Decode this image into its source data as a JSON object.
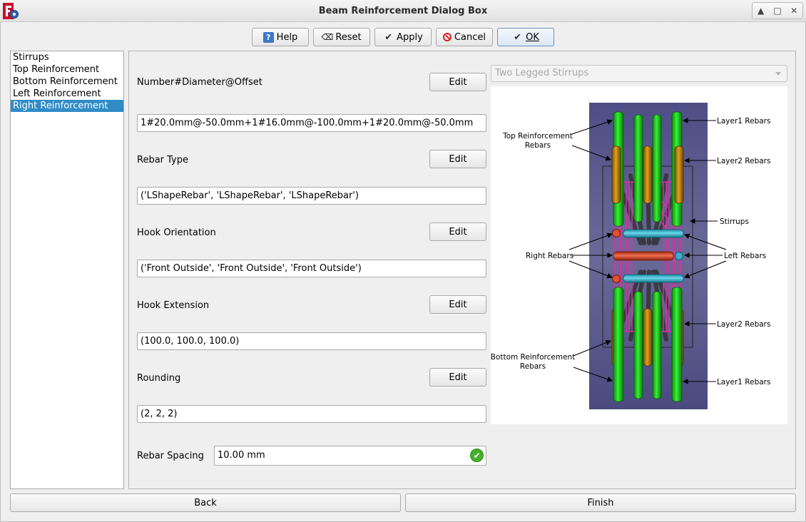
{
  "window": {
    "title": "Beam Reinforcement Dialog Box"
  },
  "toolbar": {
    "help": "Help",
    "reset": "Reset",
    "apply": "Apply",
    "cancel": "Cancel",
    "ok": "OK"
  },
  "sidebar": {
    "items": [
      {
        "label": "Stirrups",
        "selected": false
      },
      {
        "label": "Top Reinforcement",
        "selected": false
      },
      {
        "label": "Bottom Reinforcement",
        "selected": false
      },
      {
        "label": "Left Reinforcement",
        "selected": false
      },
      {
        "label": "Right Reinforcement",
        "selected": true
      }
    ]
  },
  "form": {
    "edit_label": "Edit",
    "number_diameter_offset": {
      "label": "Number#Diameter@Offset",
      "value": "1#20.0mm@-50.0mm+1#16.0mm@-100.0mm+1#20.0mm@-50.0mm"
    },
    "rebar_type": {
      "label": "Rebar Type",
      "value": "('LShapeRebar', 'LShapeRebar', 'LShapeRebar')"
    },
    "hook_orientation": {
      "label": "Hook Orientation",
      "value": "('Front Outside', 'Front Outside', 'Front Outside')"
    },
    "hook_extension": {
      "label": "Hook Extension",
      "value": "(100.0, 100.0, 100.0)"
    },
    "rounding": {
      "label": "Rounding",
      "value": "(2, 2, 2)"
    },
    "rebar_spacing": {
      "label": "Rebar Spacing",
      "value": "10.00 mm"
    }
  },
  "stirrup_type": {
    "selected": "Two Legged Stirrups"
  },
  "figure": {
    "labels": {
      "top_reinforcement_line1": "Top Reinforcement",
      "top_reinforcement_line2": "Rebars",
      "bottom_reinforcement_line1": "Bottom Reinforcement",
      "bottom_reinforcement_line2": "Rebars",
      "layer1_top": "Layer1 Rebars",
      "layer2_top": "Layer2 Rebars",
      "stirrups": "Stirrups",
      "right_rebars": "Right Rebars",
      "left_rebars": "Left Rebars",
      "layer2_bottom": "Layer2 Rebars",
      "layer1_bottom": "Layer1 Rebars"
    },
    "colors": {
      "background": "#5a5a8e",
      "layer1": "#22cc22",
      "layer2": "#c88a10",
      "stirrup": "#e030a0",
      "right_rebar": "#e05030",
      "left_rebar": "#35b0c8"
    }
  },
  "footer": {
    "back": "Back",
    "finish": "Finish"
  }
}
